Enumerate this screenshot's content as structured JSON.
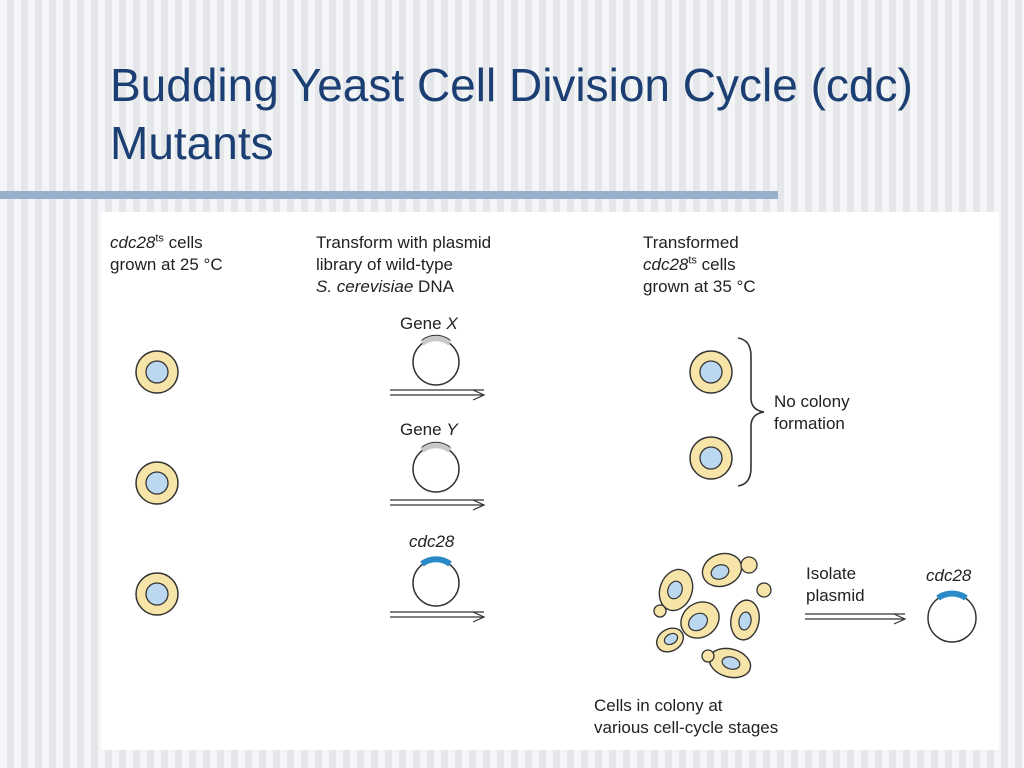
{
  "slide": {
    "title_line1": "Budding Yeast Cell Division Cycle (cdc)",
    "title_line2": "Mutants"
  },
  "figure": {
    "col1": {
      "gene": "cdc28",
      "sup": "ts",
      "line1_rest": " cells",
      "line2": "grown at 25 °C"
    },
    "col2": {
      "line1": "Transform with plasmid",
      "line2": "library of wild-type",
      "line3_italic": "S. cerevisiae",
      "line3_rest": " DNA"
    },
    "col3": {
      "line1": "Transformed",
      "gene": "cdc28",
      "sup": "ts",
      "line2_rest": " cells",
      "line3": "grown at 35 °C"
    },
    "plasmids": [
      {
        "label_prefix": "Gene ",
        "label_italic": "X"
      },
      {
        "label_prefix": "Gene ",
        "label_italic": "Y"
      },
      {
        "label_prefix": "",
        "label_italic": "cdc28"
      }
    ],
    "no_colony": {
      "line1": "No colony",
      "line2": "formation"
    },
    "isolate": {
      "line1": "Isolate",
      "line2": "plasmid"
    },
    "isolated_plasmid_label": "cdc28",
    "colony_caption": {
      "line1": "Cells in colony at",
      "line2": "various cell-cycle stages"
    },
    "colors": {
      "cell_wall": "#f6e4a8",
      "nucleus": "#bcd8f0",
      "gene_insert_generic": "#c8c8c8",
      "gene_insert_cdc28": "#2a8ac8",
      "title": "#1c3f73"
    }
  }
}
